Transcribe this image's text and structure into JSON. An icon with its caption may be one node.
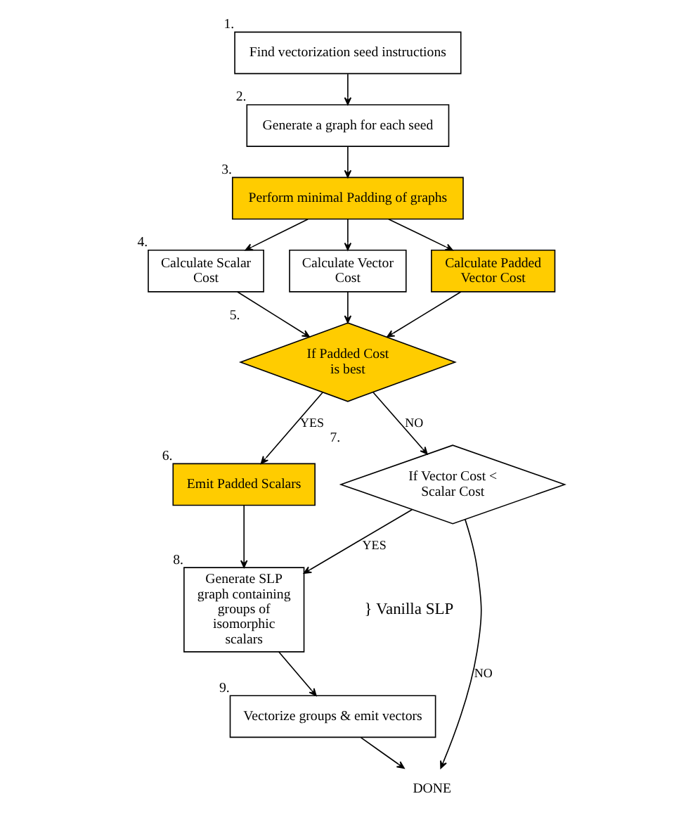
{
  "diagram": {
    "nodes": [
      {
        "text": [
          "Find vectorization seed instructions"
        ],
        "beside": [
          "1."
        ]
      },
      {
        "text": [
          "Generate a graph for each seed"
        ],
        "beside": [
          "2."
        ]
      },
      {
        "text": [
          "Perform minimal Padding of graphs"
        ],
        "beside": [
          "3."
        ]
      },
      {
        "text": [
          "Calculate Scalar Cost"
        ],
        "beside": [
          "4."
        ]
      },
      {
        "text": [
          "Calculate Vector Cost"
        ]
      },
      {
        "text": [
          "Calculate Padded Vector Cost"
        ]
      },
      {
        "text": [
          "If Padded Cost is best"
        ],
        "beside": [
          "5."
        ]
      },
      {
        "text": [
          "Emit Padded Scalars"
        ],
        "beside": [
          "6."
        ]
      },
      {
        "text": [
          "If Vector Cost < Scalar Cost"
        ],
        "beside": [
          "7."
        ]
      },
      {
        "text": [
          "Generate SLP graph containing groups of isomorphic scalars"
        ],
        "beside": [
          "8."
        ]
      },
      {
        "text": [
          "Vectorize groups & emit vectors"
        ],
        "beside": [
          "9."
        ]
      },
      {
        "text": [
          "DONE"
        ]
      }
    ],
    "edges": [
      {
        "from": 0,
        "to": 1,
        "arrow": "to"
      },
      {
        "from": 1,
        "to": 2,
        "arrow": "to"
      },
      {
        "from": 2,
        "to": 3,
        "arrow": "to"
      },
      {
        "from": 2,
        "to": 4,
        "arrow": "to"
      },
      {
        "from": 2,
        "to": 5,
        "arrow": "to"
      },
      {
        "from": 3,
        "to": 6,
        "arrow": "to"
      },
      {
        "from": 4,
        "to": 6,
        "arrow": "to"
      },
      {
        "from": 5,
        "to": 6,
        "arrow": "to"
      },
      {
        "from": 6,
        "to": 7,
        "arrow": "to",
        "label": "YES"
      },
      {
        "from": 6,
        "to": 8,
        "arrow": "to",
        "label": "NO"
      },
      {
        "from": 7,
        "to": 9,
        "arrow": "to"
      },
      {
        "from": 8,
        "to": 9,
        "arrow": "to",
        "label": "YES"
      },
      {
        "from": 9,
        "to": 10,
        "arrow": "to"
      },
      {
        "from": 10,
        "to": 11,
        "arrow": "to"
      },
      {
        "from": 8,
        "to": 11,
        "arrow": "to",
        "label": "NO"
      }
    ],
    "labels": [
      "} Vanilla SLP"
    ]
  }
}
